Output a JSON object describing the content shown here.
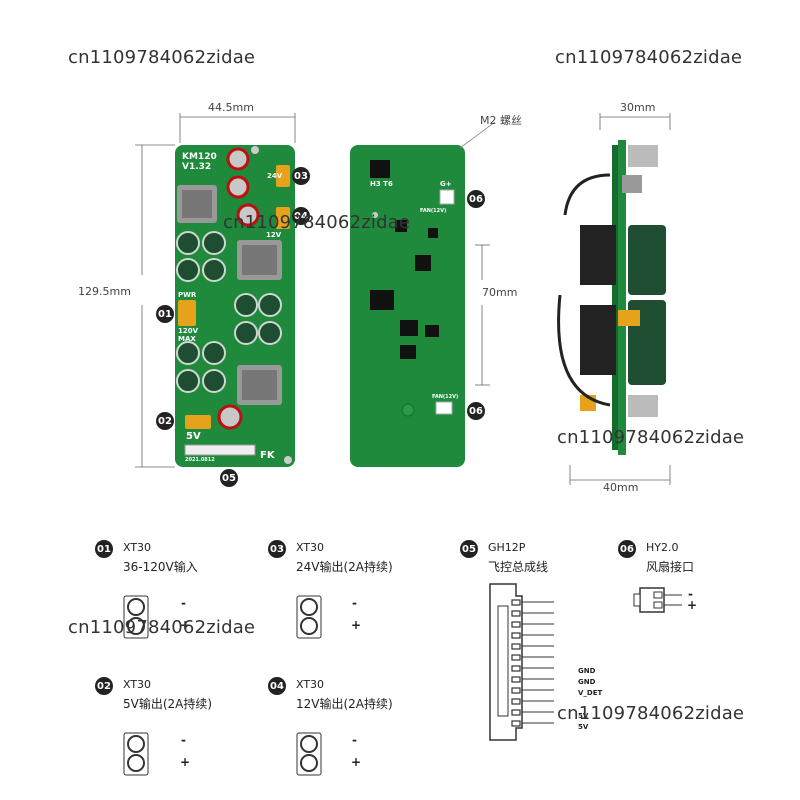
{
  "watermark": "cn1109784062zidae",
  "dimensions": {
    "width_front": "44.5mm",
    "height": "129.5mm",
    "hole_spacing": "70mm",
    "side_depth": "30mm",
    "side_width": "40mm",
    "screw": "M2 螺丝"
  },
  "board": {
    "model": "KM120",
    "version": "V1.32",
    "pwr": "PWR",
    "max": "120V\nMAX",
    "v24": "24V",
    "v12": "12V",
    "v5": "5V",
    "fk": "FK",
    "date": "2021.0812",
    "h3t6": "H3 T6",
    "fan12v_top": "FAN(12V)",
    "fan12v_bottom": "FAN(12V)",
    "gplus": "G+"
  },
  "badges": [
    "01",
    "02",
    "03",
    "04",
    "05",
    "06"
  ],
  "legend": {
    "c01": {
      "num": "01",
      "title": "XT30",
      "sub": "36-120V输入",
      "minus": "-",
      "plus": "+"
    },
    "c02": {
      "num": "02",
      "title": "XT30",
      "sub": "5V输出(2A持续)",
      "minus": "-",
      "plus": "+"
    },
    "c03": {
      "num": "03",
      "title": "XT30",
      "sub": "24V输出(2A持续)",
      "minus": "-",
      "plus": "+"
    },
    "c04": {
      "num": "04",
      "title": "XT30",
      "sub": "12V输出(2A持续)",
      "minus": "-",
      "plus": "+"
    },
    "c05": {
      "num": "05",
      "title": "GH12P",
      "sub": "飞控总成线",
      "pins": [
        "GND",
        "GND",
        "V_DET",
        "5V",
        "5V"
      ]
    },
    "c06": {
      "num": "06",
      "title": "HY2.0",
      "sub": "风扇接口",
      "minus": "-",
      "plus": "+"
    }
  },
  "colors": {
    "pcb": "#1f8a3c",
    "pcb_dark": "#156b2c",
    "connector": "#e6a21a",
    "badge": "#222222"
  }
}
